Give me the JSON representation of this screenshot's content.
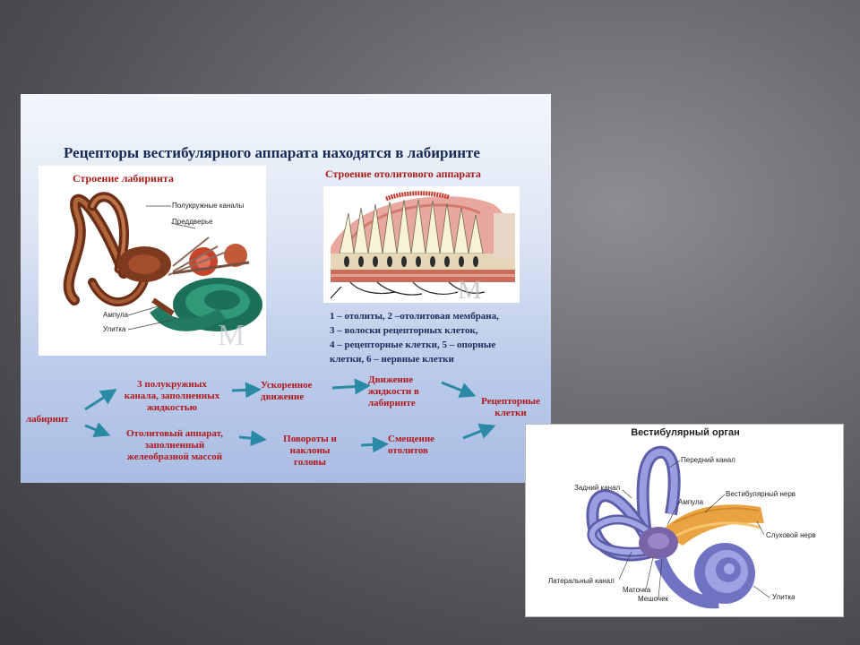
{
  "slide": {
    "title": "Рецепторы вестибулярного аппарата находятся в лабиринте",
    "labyrinth_panel": {
      "heading": "Строение лабиринта",
      "labels": {
        "semicircular": "Полукружные каналы",
        "vestibule": "Преддверье",
        "ampulla": "Ампула",
        "cochlea": "Улитка"
      }
    },
    "otolith_panel": {
      "heading": "Строение отолитового аппарата",
      "caption": [
        "1 – отолиты, 2 –отолитовая мембрана,",
        "3 – волоски рецепторных клеток,",
        "4 – рецепторные клетки, 5 – опорные",
        "клетки, 6 – нервные клетки"
      ]
    },
    "flow": {
      "labyrinth": "лабиринт",
      "canals": [
        "3 полукружных",
        "канала, заполненных",
        "жидкостью"
      ],
      "otolith": [
        "Отолитовый аппарат,",
        "заполненный",
        "желеобразной массой"
      ],
      "accelerated": [
        "Ускоренное",
        "движение"
      ],
      "turns": [
        "Повороты и",
        "наклоны",
        "головы"
      ],
      "fluid": [
        "Движение",
        "жидкости в",
        "лабиринте"
      ],
      "shift": [
        "Смещение",
        "отолитов"
      ],
      "receptors": [
        "Рецепторные",
        "клетки"
      ]
    }
  },
  "vestibular": {
    "title": "Вестибулярный орган",
    "labels": {
      "anterior": "Передний канал",
      "posterior": "Задний канал",
      "ampulla": "Ампула",
      "nerve": "Вестибулярный нерв",
      "auditory": "Слуховой нерв",
      "lateral": "Латеральный канал",
      "utricle": "Маточка",
      "saccule": "Мешочек",
      "cochlea": "Улитка"
    }
  },
  "colors": {
    "flow_text": "#b0181c",
    "title_text": "#172a52",
    "arrow": "#2a8aa6",
    "canal_fill": "#8c8fd6",
    "nerve_fill": "#e9a340"
  }
}
